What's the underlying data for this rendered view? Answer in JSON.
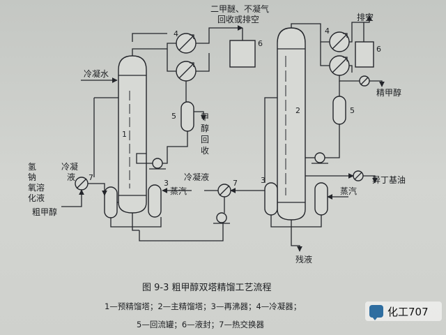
{
  "diagram": {
    "labels": {
      "dme": "二甲醚、不凝气",
      "recovery": "回收或排空",
      "vent": "排空",
      "cooling_water": "冷凝水",
      "pure_methanol": "精甲醇",
      "methanol_recovery_1": "甲",
      "methanol_recovery_2": "醇",
      "methanol_recovery_3": "回",
      "methanol_recovery_4": "收",
      "hydrogen_1": "氢",
      "hydrogen_2": "钠",
      "hydrogen_3": "氧溶",
      "hydrogen_4": "化液",
      "condensate_left_1": "冷凝",
      "condensate_left_2": "液",
      "crude_methanol": "粗甲醇",
      "steam_left": "蒸汽",
      "condensate_mid": "冷凝液",
      "steam_right": "蒸汽",
      "isobutyl_oil": "异丁基油",
      "residue": "残液"
    },
    "numbers": {
      "col1": "1",
      "col2": "2",
      "reb_left": "3",
      "reb_right": "3",
      "cond_left": "4",
      "cond_right": "4",
      "drum_left": "5",
      "drum_right": "5",
      "seal_left": "6",
      "seal_right": "6",
      "hx_left": "7",
      "hx_mid": "7"
    }
  },
  "caption": {
    "title": "图 9-3    粗甲醇双塔精馏工艺流程",
    "legend_line1": "1—预精馏塔；2—主精馏塔；3—再沸器；4—冷凝器；",
    "legend_line2": "5—回流罐；6—液封；7—热交换器"
  },
  "watermark": {
    "text": "化工707"
  }
}
